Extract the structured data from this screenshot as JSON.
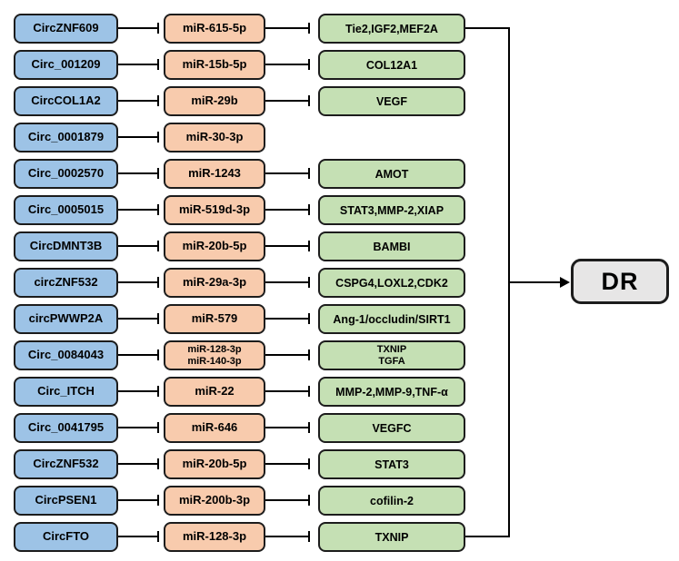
{
  "colors": {
    "circrna_fill": "#9DC3E6",
    "mirna_fill": "#F8CBAD",
    "target_fill": "#C5E0B4",
    "outcome_fill": "#E7E6E6",
    "border": "#1c1c1c",
    "line": "#000000"
  },
  "outcome": {
    "label": "DR"
  },
  "rows": [
    {
      "circ": "CircZNF609",
      "mir": "miR-615-5p",
      "target": "Tie2,IGF2,MEF2A"
    },
    {
      "circ": "Circ_001209",
      "mir": "miR-15b-5p",
      "target": "COL12A1"
    },
    {
      "circ": "CircCOL1A2",
      "mir": "miR-29b",
      "target": "VEGF"
    },
    {
      "circ": "Circ_0001879",
      "mir": "miR-30-3p"
    },
    {
      "circ": "Circ_0002570",
      "mir": "miR-1243",
      "target": "AMOT"
    },
    {
      "circ": "Circ_0005015",
      "mir": "miR-519d-3p",
      "target": "STAT3,MMP-2,XIAP"
    },
    {
      "circ": "CircDMNT3B",
      "mir": "miR-20b-5p",
      "target": "BAMBI"
    },
    {
      "circ": "circZNF532",
      "mir": "miR-29a-3p",
      "target": "CSPG4,LOXL2,CDK2"
    },
    {
      "circ": "circPWWP2A",
      "mir": "miR-579",
      "target": "Ang-1/occludin/SIRT1"
    },
    {
      "circ": "Circ_0084043",
      "mir": "miR-128-3p",
      "mir2": "miR-140-3p",
      "target": "TXNIP",
      "target2": "TGFA"
    },
    {
      "circ": "Circ_ITCH",
      "mir": "miR-22",
      "target": "MMP-2,MMP-9,TNF-α"
    },
    {
      "circ": "Circ_0041795",
      "mir": "miR-646",
      "target": "VEGFC"
    },
    {
      "circ": "CircZNF532",
      "mir": "miR-20b-5p",
      "target": "STAT3"
    },
    {
      "circ": "CircPSEN1",
      "mir": "miR-200b-3p",
      "target": "cofilin-2"
    },
    {
      "circ": "CircFTO",
      "mir": "miR-128-3p",
      "target": "TXNIP"
    }
  ]
}
